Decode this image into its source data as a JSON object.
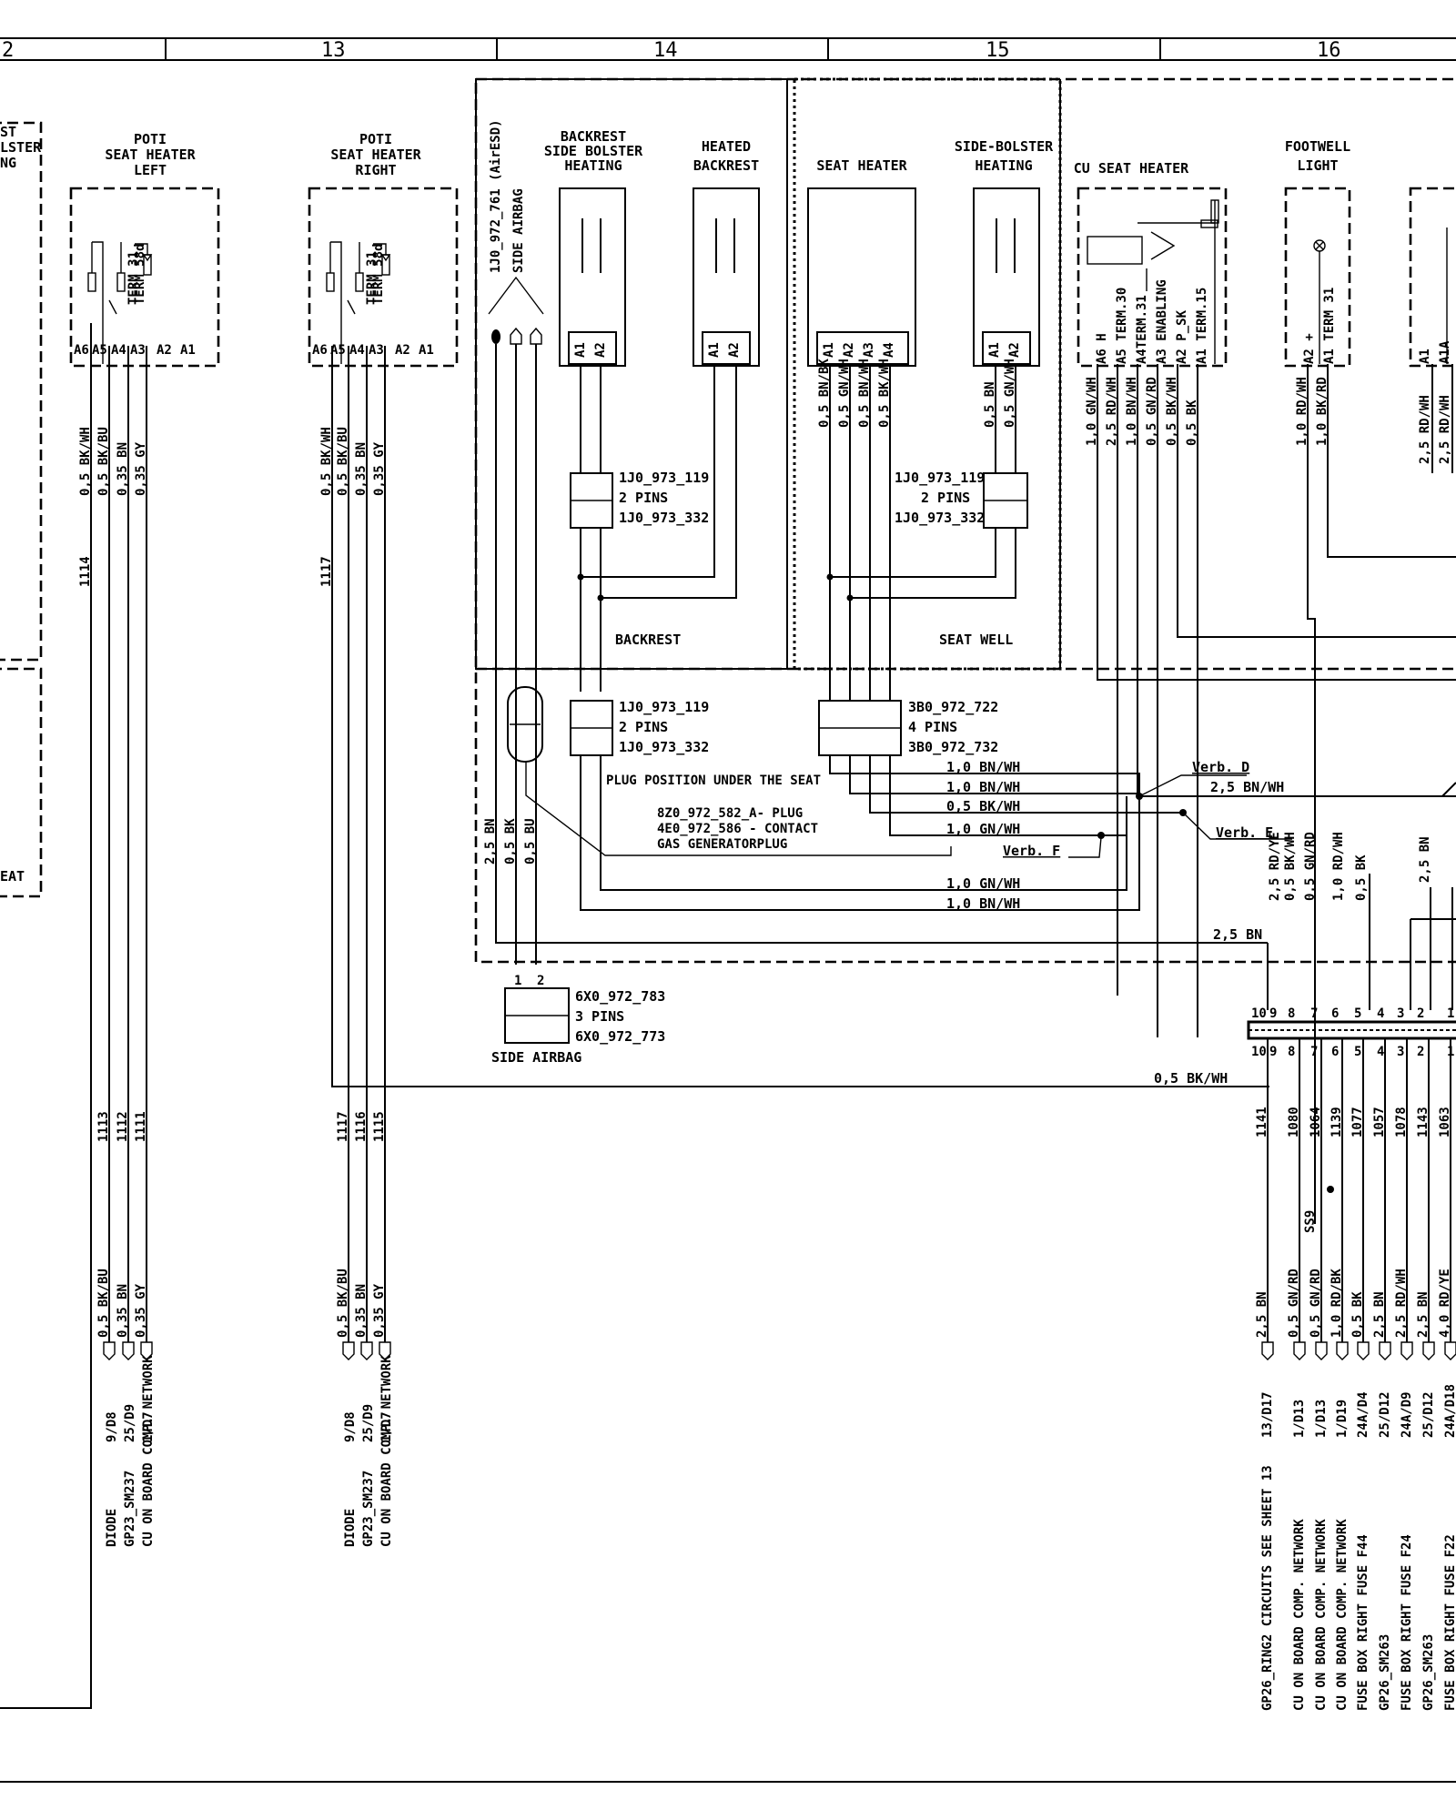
{
  "sheet_columns": [
    "2",
    "13",
    "14",
    "15",
    "16"
  ],
  "left_partial": {
    "top_label_lines": [
      "ST",
      "LSTER",
      "NG"
    ],
    "bottom_label": "EAT"
  },
  "components": {
    "poti_left": {
      "lines": [
        "POTI",
        "SEAT HEATER",
        "LEFT"
      ],
      "pins": [
        "A6",
        "A5",
        "A4",
        "A3",
        "A2",
        "A1"
      ],
      "terms": [
        "TERM 31",
        "TERM 58d"
      ]
    },
    "poti_right": {
      "lines": [
        "POTI",
        "SEAT HEATER",
        "RIGHT"
      ],
      "pins": [
        "A6",
        "A5",
        "A4",
        "A3",
        "A2",
        "A1"
      ],
      "terms": [
        "TERM 31",
        "TERM 58d"
      ]
    },
    "side_airbag_unit": {
      "header": "1J0_972_761  (AirESD)",
      "label": "SIDE AIRBAG"
    },
    "backrest_side_bolster": {
      "lines": [
        "BACKREST",
        "SIDE BOLSTER",
        "HEATING"
      ],
      "pins": [
        "A1",
        "A2"
      ]
    },
    "heated_backrest": {
      "lines": [
        "HEATED",
        "BACKREST"
      ],
      "pins": [
        "A1",
        "A2"
      ]
    },
    "seat_heater": {
      "lines": [
        "SEAT HEATER"
      ],
      "pins": [
        "A1",
        "A2",
        "A3",
        "A4"
      ]
    },
    "side_bolster_heating": {
      "lines": [
        "SIDE-BOLSTER",
        "HEATING"
      ],
      "pins": [
        "A1",
        "A2"
      ]
    },
    "cu_seat_heater": {
      "lines": [
        "CU SEAT HEATER"
      ],
      "pins": [
        "A6 H",
        "A5 TERM.30",
        "A4TERM.31",
        "A3 ENABLING",
        "A2 P_SK",
        "A1 TERM.15"
      ]
    },
    "footwell_light": {
      "lines": [
        "FOOTWELL",
        "LIGHT"
      ],
      "pins": [
        "A2 +",
        "A1 TERM 31"
      ]
    },
    "partial_right": {
      "pins": [
        "A1",
        "A1A"
      ]
    }
  },
  "area_labels": {
    "backrest": "BACKREST",
    "seat_well": "SEAT WELL"
  },
  "connectors": {
    "c1": {
      "lines": [
        "1J0_973_119",
        "2 PINS",
        "1J0_973_332"
      ]
    },
    "c2": {
      "lines": [
        "1J0_973_119",
        "2 PINS",
        "1J0_973_332"
      ]
    },
    "c3": {
      "lines": [
        "1J0_973_119",
        "2 PINS",
        "1J0_973_332"
      ]
    },
    "c4": {
      "lines": [
        "3B0_972_722",
        "4 PINS",
        "3B0_972_732"
      ]
    },
    "plug_position": "PLUG POSITION UNDER THE SEAT",
    "gas_plug": {
      "lines": [
        "8Z0_972_582_A- PLUG",
        "4E0_972_586 - CONTACT",
        "GAS GENERATORPLUG"
      ]
    },
    "airbag_conn": {
      "lines": [
        "6X0_972_783",
        "3 PINS",
        "6X0_972_773"
      ],
      "label": "SIDE AIRBAG"
    }
  },
  "junctions": [
    "Verb. D",
    "Verb. E",
    "Verb. F"
  ],
  "wire_labels": {
    "poti_left_top": [
      "0,5 BK/WH",
      "0,5 BK/BU",
      "0,35 BN",
      "0,35 GY"
    ],
    "poti_right_top": [
      "0,5 BK/WH",
      "0,5 BK/BU",
      "0,35 BN",
      "0,35 GY"
    ],
    "poti_left_bottom": [
      "0,5 BK/BU",
      "0,35 BN",
      "0,35 GY"
    ],
    "poti_right_bottom": [
      "0,5 BK/BU",
      "0,35 BN",
      "0,35 GY"
    ],
    "seat_heater": [
      "0,5 BN/BK",
      "0,5 GN/WH",
      "0,5 BN/WH",
      "0,5 BK/WH"
    ],
    "side_bolster": [
      "0,5 BN",
      "0,5 GN/WH"
    ],
    "cu_seat_heater": [
      "1,0 GN/WH",
      "2,5 RD/WH",
      "1,0 BN/WH",
      "0,5 GN/RD",
      "0,5 BK/WH",
      "0,5 BK"
    ],
    "footwell": [
      "1,0 RD/WH",
      "1,0 BK/RD"
    ],
    "partial_right": [
      "2,5 RD/WH",
      "2,5 RD/WH"
    ],
    "airbag_vertical": [
      "2,5 BN",
      "0,5 BK",
      "0,5 BU"
    ],
    "horizontal": [
      "1,0 BN/WH",
      "1,0 BN/WH",
      "0,5 BK/WH",
      "1,0 GN/WH",
      "1,0 GN/WH",
      "1,0 BN/WH",
      "2,5 BN/WH",
      "2,5 BN",
      "0,5 BK/WH"
    ],
    "bundle_vertical": [
      "2,5 RD/YE",
      "0,5 BK/WH",
      "0,5 GN/RD",
      "1,0 RD/WH",
      "0,5 BK",
      "2,5 BN"
    ],
    "bottom_group": [
      "2,5 BN",
      "0,5 GN/RD",
      "0,5 GN/RD",
      "1,0 RD/BK",
      "0,5 BK",
      "2,5 BN",
      "2,5 RD/WH",
      "2,5 BN",
      "4,0 RD/YE"
    ],
    "splice": "SS9"
  },
  "circuit_numbers": {
    "left_1114": "1114",
    "right_1117": "1117",
    "poti_left": [
      "1113",
      "1112",
      "1111"
    ],
    "poti_right": [
      "1117",
      "1116",
      "1115"
    ],
    "bottom": [
      "1141",
      "1080",
      "1064",
      "1139",
      "1077",
      "1057",
      "1078",
      "1143",
      "1063"
    ]
  },
  "terminal_block": {
    "numbers": [
      "10",
      "9",
      "8",
      "7",
      "6",
      "5",
      "4",
      "3",
      "2",
      "1"
    ]
  },
  "destinations": {
    "poti_left": [
      {
        "ref": "9/D8",
        "desc": "DIODE"
      },
      {
        "ref": "25/D9",
        "desc": "GP23_SM237"
      },
      {
        "ref": "1/D7",
        "desc": "CU ON BOARD COMP. NETWORK"
      }
    ],
    "poti_right": [
      {
        "ref": "9/D8",
        "desc": "DIODE"
      },
      {
        "ref": "25/D9",
        "desc": "GP23_SM237"
      },
      {
        "ref": "1/D7",
        "desc": "CU ON BOARD COMP. NETWORK"
      }
    ],
    "bottom": [
      {
        "ref": "13/D17",
        "desc": "GP26_RING2  CIRCUITS  SEE  SHEET 13"
      },
      {
        "ref": "1/D13",
        "desc": "CU ON BOARD COMP. NETWORK"
      },
      {
        "ref": "1/D13",
        "desc": "CU ON BOARD COMP. NETWORK"
      },
      {
        "ref": "1/D19",
        "desc": "CU ON BOARD COMP. NETWORK"
      },
      {
        "ref": "24A/D4",
        "desc": "FUSE BOX RIGHT  FUSE F44"
      },
      {
        "ref": "25/D12",
        "desc": "GP26_SM263"
      },
      {
        "ref": "24A/D9",
        "desc": "FUSE BOX RIGHT  FUSE F24"
      },
      {
        "ref": "25/D12",
        "desc": "GP26_SM263"
      },
      {
        "ref": "24A/D18",
        "desc": "FUSE BOX RIGHT  FUSE F22"
      }
    ]
  }
}
